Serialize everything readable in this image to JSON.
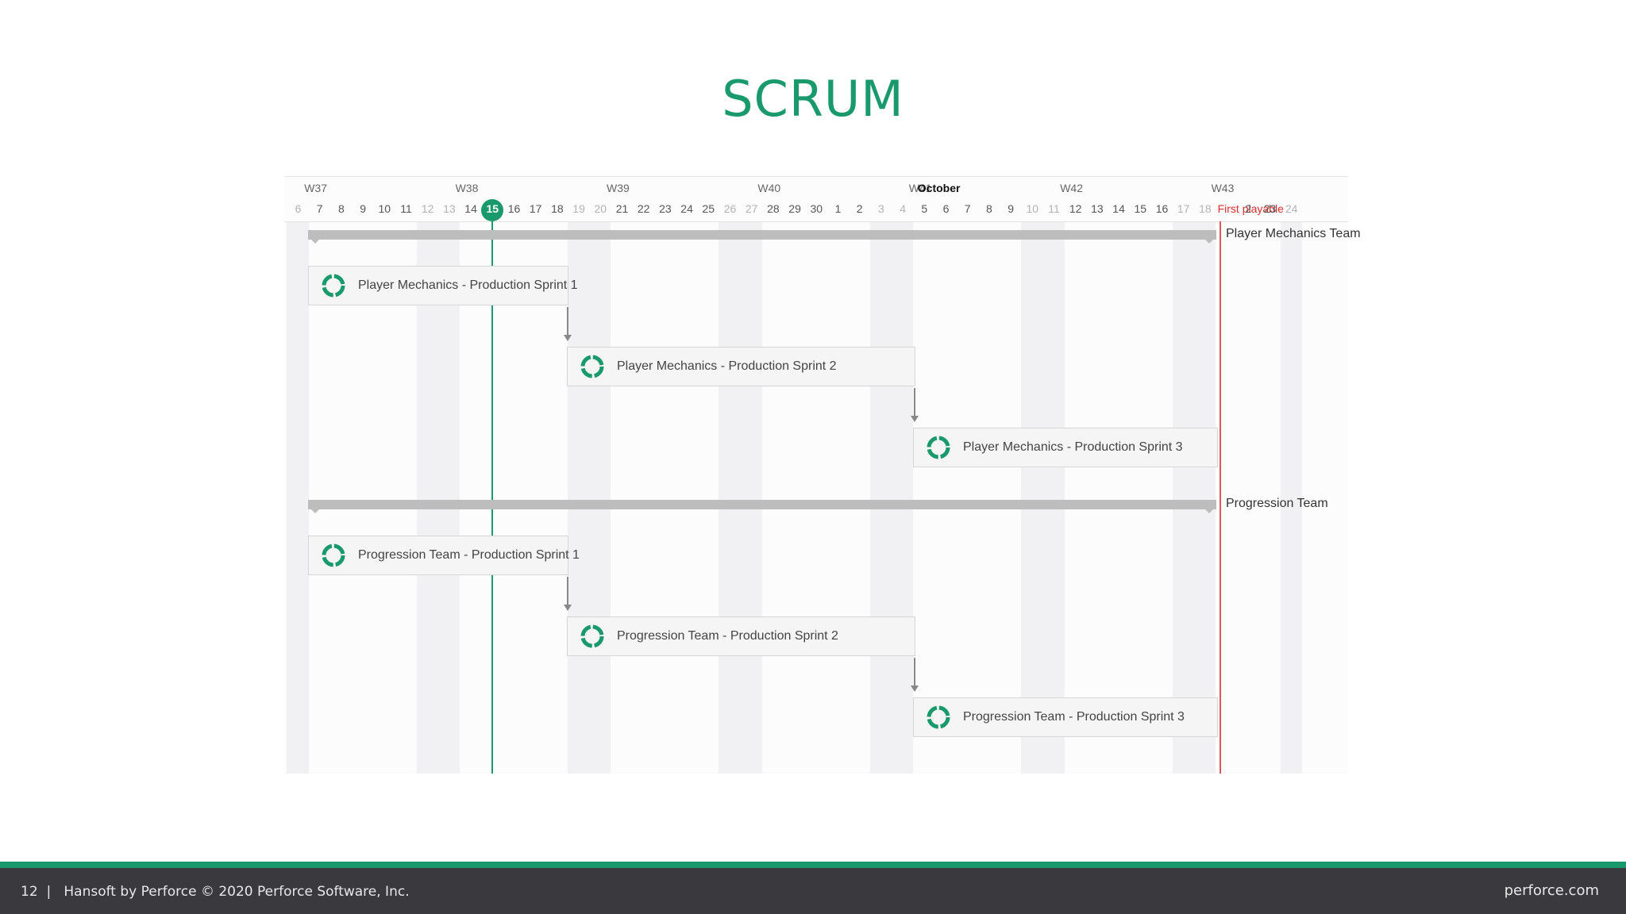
{
  "slide": {
    "title": "SCRUM"
  },
  "timeline": {
    "weeks": [
      "W37",
      "W38",
      "W39",
      "W40",
      "W41",
      "W42",
      "W43"
    ],
    "month_label": "October",
    "days": [
      "6",
      "7",
      "8",
      "9",
      "10",
      "11",
      "12",
      "13",
      "14",
      "15",
      "16",
      "17",
      "18",
      "19",
      "20",
      "21",
      "22",
      "23",
      "24",
      "25",
      "26",
      "27",
      "28",
      "29",
      "30",
      "1",
      "2",
      "3",
      "4",
      "5",
      "6",
      "7",
      "8",
      "9",
      "10",
      "11",
      "12",
      "13",
      "14",
      "15",
      "16",
      "17",
      "18",
      "",
      "2",
      "23",
      "24"
    ],
    "weekend_days": [
      "6",
      "12",
      "13",
      "19",
      "20",
      "26",
      "27",
      "3",
      "4",
      "10",
      "11",
      "17",
      "18",
      "24"
    ],
    "today": "15",
    "milestone": {
      "label": "First playable",
      "color": "#d9302e"
    }
  },
  "groups": [
    {
      "name": "Player Mechanics Team",
      "tasks": [
        {
          "label": "Player Mechanics - Production Sprint 1"
        },
        {
          "label": "Player Mechanics - Production Sprint 2"
        },
        {
          "label": "Player Mechanics - Production Sprint 3"
        }
      ]
    },
    {
      "name": "Progression Team",
      "tasks": [
        {
          "label": "Progression Team - Production Sprint 1"
        },
        {
          "label": "Progression Team - Production Sprint 2"
        },
        {
          "label": "Progression Team - Production Sprint 3"
        }
      ]
    }
  ],
  "icons": {
    "task": "sprint-cycle-icon"
  },
  "colors": {
    "accent": "#1a9a6c",
    "milestone": "#e05858",
    "footer_bg": "#3a393e"
  },
  "footer": {
    "page_number": "12",
    "copyright": "Hansoft by Perforce © 2020 Perforce Software, Inc.",
    "website": "perforce.com"
  }
}
